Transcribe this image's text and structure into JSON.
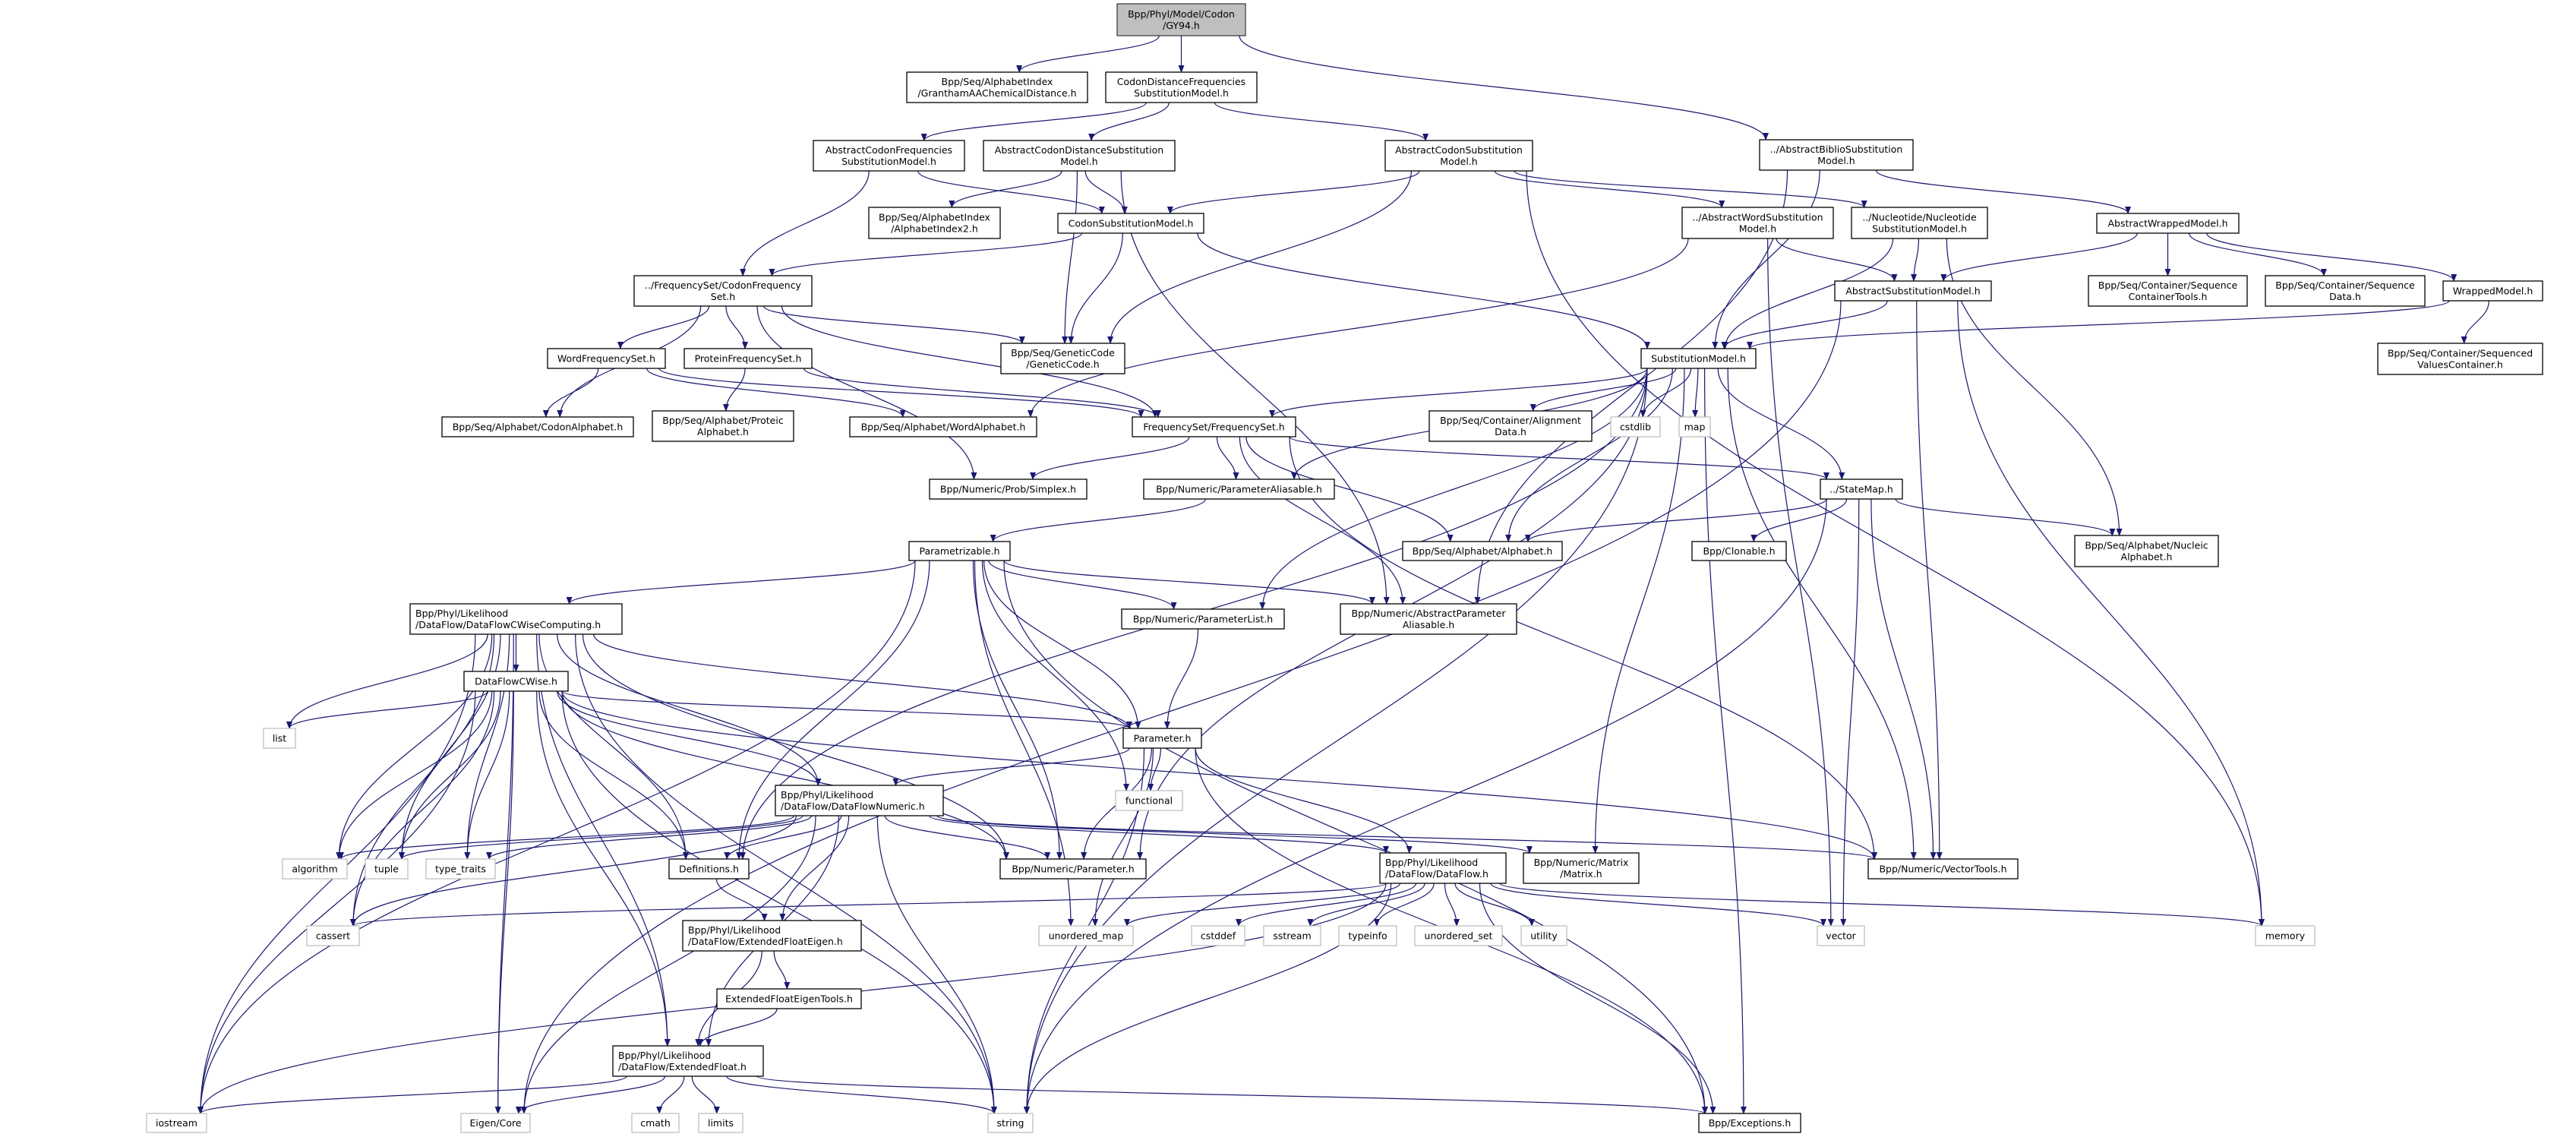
{
  "colors": {
    "edge": "#191970",
    "root_fill": "#bfbfbf",
    "root_border": "#404040",
    "file_border": "#000000",
    "system_border": "#bfbfbf",
    "node_fill": "#ffffff"
  },
  "graph": {
    "nodes": [
      {
        "id": "gy94",
        "label": "Bpp/Phyl/Model/Codon\n/GY94.h",
        "kind": "root"
      },
      {
        "id": "grantham",
        "label": "Bpp/Seq/AlphabetIndex\n/GranthamAAChemicalDistance.h",
        "kind": "file"
      },
      {
        "id": "cdfsm",
        "label": "CodonDistanceFrequencies\nSubstitutionModel.h",
        "kind": "file"
      },
      {
        "id": "acfsm",
        "label": "AbstractCodonFrequencies\nSubstitutionModel.h",
        "kind": "file"
      },
      {
        "id": "acdsm",
        "label": "AbstractCodonDistanceSubstitution\nModel.h",
        "kind": "file"
      },
      {
        "id": "acsm",
        "label": "AbstractCodonSubstitution\nModel.h",
        "kind": "file"
      },
      {
        "id": "absm",
        "label": "../AbstractBiblioSubstitution\nModel.h",
        "kind": "file"
      },
      {
        "id": "ai2",
        "label": "Bpp/Seq/AlphabetIndex\n/AlphabetIndex2.h",
        "kind": "file"
      },
      {
        "id": "csm",
        "label": "CodonSubstitutionModel.h",
        "kind": "file"
      },
      {
        "id": "awsm",
        "label": "../AbstractWordSubstitution\nModel.h",
        "kind": "file"
      },
      {
        "id": "nsm",
        "label": "../Nucleotide/Nucleotide\nSubstitutionModel.h",
        "kind": "file"
      },
      {
        "id": "awm",
        "label": "AbstractWrappedModel.h",
        "kind": "file"
      },
      {
        "id": "asm",
        "label": "AbstractSubstitutionModel.h",
        "kind": "file"
      },
      {
        "id": "sct",
        "label": "Bpp/Seq/Container/Sequence\nContainerTools.h",
        "kind": "file"
      },
      {
        "id": "sd",
        "label": "Bpp/Seq/Container/Sequence\nData.h",
        "kind": "file"
      },
      {
        "id": "wm",
        "label": "WrappedModel.h",
        "kind": "file"
      },
      {
        "id": "svc",
        "label": "Bpp/Seq/Container/Sequenced\nValuesContainer.h",
        "kind": "file"
      },
      {
        "id": "cfs",
        "label": "../FrequencySet/CodonFrequency\nSet.h",
        "kind": "file"
      },
      {
        "id": "gc",
        "label": "Bpp/Seq/GeneticCode\n/GeneticCode.h",
        "kind": "file"
      },
      {
        "id": "sm",
        "label": "SubstitutionModel.h",
        "kind": "file"
      },
      {
        "id": "wfs",
        "label": "WordFrequencySet.h",
        "kind": "file"
      },
      {
        "id": "pfs",
        "label": "ProteinFrequencySet.h",
        "kind": "file"
      },
      {
        "id": "ca",
        "label": "Bpp/Seq/Alphabet/CodonAlphabet.h",
        "kind": "file"
      },
      {
        "id": "pa",
        "label": "Bpp/Seq/Alphabet/Proteic\nAlphabet.h",
        "kind": "file"
      },
      {
        "id": "wa",
        "label": "Bpp/Seq/Alphabet/WordAlphabet.h",
        "kind": "file"
      },
      {
        "id": "fs",
        "label": "FrequencySet/FrequencySet.h",
        "kind": "file"
      },
      {
        "id": "ad",
        "label": "Bpp/Seq/Container/Alignment\nData.h",
        "kind": "file"
      },
      {
        "id": "cstdlib",
        "label": "cstdlib",
        "kind": "system"
      },
      {
        "id": "map",
        "label": "map",
        "kind": "system"
      },
      {
        "id": "simplex",
        "label": "Bpp/Numeric/Prob/Simplex.h",
        "kind": "file"
      },
      {
        "id": "pal",
        "label": "Bpp/Numeric/ParameterAliasable.h",
        "kind": "file"
      },
      {
        "id": "statemap",
        "label": "../StateMap.h",
        "kind": "file"
      },
      {
        "id": "param",
        "label": "Parametrizable.h",
        "kind": "file"
      },
      {
        "id": "alphabet",
        "label": "Bpp/Seq/Alphabet/Alphabet.h",
        "kind": "file"
      },
      {
        "id": "clonable",
        "label": "Bpp/Clonable.h",
        "kind": "file"
      },
      {
        "id": "na",
        "label": "Bpp/Seq/Alphabet/Nucleic\nAlphabet.h",
        "kind": "file"
      },
      {
        "id": "dfcwc",
        "label": "Bpp/Phyl/Likelihood\n/DataFlow/DataFlowCWiseComputing.h",
        "kind": "file",
        "align": "left"
      },
      {
        "id": "plist",
        "label": "Bpp/Numeric/ParameterList.h",
        "kind": "file"
      },
      {
        "id": "apa",
        "label": "Bpp/Numeric/AbstractParameter\nAliasable.h",
        "kind": "file"
      },
      {
        "id": "dfcw",
        "label": "DataFlowCWise.h",
        "kind": "file"
      },
      {
        "id": "list",
        "label": "list",
        "kind": "system"
      },
      {
        "id": "parameter",
        "label": "Parameter.h",
        "kind": "file"
      },
      {
        "id": "functional",
        "label": "functional",
        "kind": "system"
      },
      {
        "id": "dfn",
        "label": "Bpp/Phyl/Likelihood\n/DataFlow/DataFlowNumeric.h",
        "kind": "file",
        "align": "left"
      },
      {
        "id": "algorithm",
        "label": "algorithm",
        "kind": "system"
      },
      {
        "id": "tuple",
        "label": "tuple",
        "kind": "system"
      },
      {
        "id": "type_traits",
        "label": "type_traits",
        "kind": "system"
      },
      {
        "id": "definitions",
        "label": "Definitions.h",
        "kind": "file"
      },
      {
        "id": "nparameter",
        "label": "Bpp/Numeric/Parameter.h",
        "kind": "file"
      },
      {
        "id": "dataflow",
        "label": "Bpp/Phyl/Likelihood\n/DataFlow/DataFlow.h",
        "kind": "file",
        "align": "left"
      },
      {
        "id": "matrix",
        "label": "Bpp/Numeric/Matrix\n/Matrix.h",
        "kind": "file"
      },
      {
        "id": "vectortools",
        "label": "Bpp/Numeric/VectorTools.h",
        "kind": "file"
      },
      {
        "id": "cassert",
        "label": "cassert",
        "kind": "system"
      },
      {
        "id": "efe",
        "label": "Bpp/Phyl/Likelihood\n/DataFlow/ExtendedFloatEigen.h",
        "kind": "file",
        "align": "left"
      },
      {
        "id": "umap",
        "label": "unordered_map",
        "kind": "system"
      },
      {
        "id": "cstddef",
        "label": "cstddef",
        "kind": "system"
      },
      {
        "id": "sstream",
        "label": "sstream",
        "kind": "system"
      },
      {
        "id": "typeinfo",
        "label": "typeinfo",
        "kind": "system"
      },
      {
        "id": "uset",
        "label": "unordered_set",
        "kind": "system"
      },
      {
        "id": "utility",
        "label": "utility",
        "kind": "system"
      },
      {
        "id": "vector",
        "label": "vector",
        "kind": "system"
      },
      {
        "id": "memory",
        "label": "memory",
        "kind": "system"
      },
      {
        "id": "efet",
        "label": "ExtendedFloatEigenTools.h",
        "kind": "file"
      },
      {
        "id": "ef",
        "label": "Bpp/Phyl/Likelihood\n/DataFlow/ExtendedFloat.h",
        "kind": "file",
        "align": "left"
      },
      {
        "id": "iostream",
        "label": "iostream",
        "kind": "system"
      },
      {
        "id": "eigencore",
        "label": "Eigen/Core",
        "kind": "system"
      },
      {
        "id": "cmath",
        "label": "cmath",
        "kind": "system"
      },
      {
        "id": "limits",
        "label": "limits",
        "kind": "system"
      },
      {
        "id": "string",
        "label": "string",
        "kind": "system"
      },
      {
        "id": "exceptions",
        "label": "Bpp/Exceptions.h",
        "kind": "file"
      }
    ],
    "edges": [
      [
        "gy94",
        "grantham"
      ],
      [
        "gy94",
        "cdfsm"
      ],
      [
        "gy94",
        "absm"
      ],
      [
        "cdfsm",
        "acfsm"
      ],
      [
        "cdfsm",
        "acdsm"
      ],
      [
        "cdfsm",
        "acsm"
      ],
      [
        "acfsm",
        "cfs"
      ],
      [
        "acfsm",
        "csm"
      ],
      [
        "acdsm",
        "ai2"
      ],
      [
        "acdsm",
        "csm"
      ],
      [
        "acdsm",
        "gc"
      ],
      [
        "acdsm",
        "apa"
      ],
      [
        "acsm",
        "csm"
      ],
      [
        "acsm",
        "gc"
      ],
      [
        "acsm",
        "awsm"
      ],
      [
        "acsm",
        "nsm"
      ],
      [
        "acsm",
        "memory"
      ],
      [
        "absm",
        "sm"
      ],
      [
        "absm",
        "awm"
      ],
      [
        "absm",
        "apa"
      ],
      [
        "csm",
        "cfs"
      ],
      [
        "csm",
        "gc"
      ],
      [
        "csm",
        "sm"
      ],
      [
        "awsm",
        "asm"
      ],
      [
        "awsm",
        "wa"
      ],
      [
        "awsm",
        "vector"
      ],
      [
        "nsm",
        "asm"
      ],
      [
        "nsm",
        "sm"
      ],
      [
        "nsm",
        "na"
      ],
      [
        "awm",
        "asm"
      ],
      [
        "awm",
        "sct"
      ],
      [
        "awm",
        "sd"
      ],
      [
        "awm",
        "wm"
      ],
      [
        "wm",
        "sm"
      ],
      [
        "wm",
        "svc"
      ],
      [
        "asm",
        "sm"
      ],
      [
        "asm",
        "vectortools"
      ],
      [
        "asm",
        "memory"
      ],
      [
        "asm",
        "eigencore"
      ],
      [
        "cfs",
        "wfs"
      ],
      [
        "cfs",
        "pfs"
      ],
      [
        "cfs",
        "ca"
      ],
      [
        "cfs",
        "gc"
      ],
      [
        "cfs",
        "fs"
      ],
      [
        "cfs",
        "simplex"
      ],
      [
        "wfs",
        "ca"
      ],
      [
        "wfs",
        "wa"
      ],
      [
        "wfs",
        "fs"
      ],
      [
        "pfs",
        "pa"
      ],
      [
        "pfs",
        "fs"
      ],
      [
        "sm",
        "fs"
      ],
      [
        "sm",
        "ad"
      ],
      [
        "sm",
        "cstdlib"
      ],
      [
        "sm",
        "map"
      ],
      [
        "sm",
        "statemap"
      ],
      [
        "sm",
        "pal"
      ],
      [
        "sm",
        "alphabet"
      ],
      [
        "sm",
        "vectortools"
      ],
      [
        "sm",
        "exceptions"
      ],
      [
        "sm",
        "string"
      ],
      [
        "sm",
        "matrix"
      ],
      [
        "sm",
        "plist"
      ],
      [
        "sm",
        "nparameter"
      ],
      [
        "sm",
        "definitions"
      ],
      [
        "fs",
        "simplex"
      ],
      [
        "fs",
        "pal"
      ],
      [
        "fs",
        "alphabet"
      ],
      [
        "fs",
        "apa"
      ],
      [
        "fs",
        "statemap"
      ],
      [
        "fs",
        "vectortools"
      ],
      [
        "pal",
        "param"
      ],
      [
        "statemap",
        "alphabet"
      ],
      [
        "statemap",
        "clonable"
      ],
      [
        "statemap",
        "na"
      ],
      [
        "statemap",
        "vector"
      ],
      [
        "statemap",
        "vectortools"
      ],
      [
        "statemap",
        "string"
      ],
      [
        "param",
        "dfcwc"
      ],
      [
        "param",
        "plist"
      ],
      [
        "param",
        "apa"
      ],
      [
        "param",
        "parameter"
      ],
      [
        "param",
        "functional"
      ],
      [
        "param",
        "exceptions"
      ],
      [
        "param",
        "iostream"
      ],
      [
        "param",
        "definitions"
      ],
      [
        "param",
        "umap"
      ],
      [
        "param",
        "nparameter"
      ],
      [
        "plist",
        "parameter"
      ],
      [
        "dfcwc",
        "dfcw"
      ],
      [
        "dfcwc",
        "list"
      ],
      [
        "dfcwc",
        "algorithm"
      ],
      [
        "dfcwc",
        "tuple"
      ],
      [
        "dfcwc",
        "type_traits"
      ],
      [
        "dfcwc",
        "definitions"
      ],
      [
        "dfcwc",
        "dfn"
      ],
      [
        "dfcwc",
        "parameter"
      ],
      [
        "dfcwc",
        "nparameter"
      ],
      [
        "dfcwc",
        "cassert"
      ],
      [
        "dfcwc",
        "iostream"
      ],
      [
        "dfcwc",
        "eigencore"
      ],
      [
        "dfcwc",
        "ef"
      ],
      [
        "dfcwc",
        "string"
      ],
      [
        "dfcw",
        "list"
      ],
      [
        "dfcw",
        "algorithm"
      ],
      [
        "dfcw",
        "tuple"
      ],
      [
        "dfcw",
        "type_traits"
      ],
      [
        "dfcw",
        "definitions"
      ],
      [
        "dfcw",
        "dfn"
      ],
      [
        "dfcw",
        "parameter"
      ],
      [
        "dfcw",
        "nparameter"
      ],
      [
        "dfcw",
        "cassert"
      ],
      [
        "dfcw",
        "iostream"
      ],
      [
        "dfcw",
        "eigencore"
      ],
      [
        "dfcw",
        "ef"
      ],
      [
        "dfcw",
        "string"
      ],
      [
        "dfcw",
        "vectortools"
      ],
      [
        "parameter",
        "dfn"
      ],
      [
        "parameter",
        "functional"
      ],
      [
        "parameter",
        "nparameter"
      ],
      [
        "parameter",
        "dataflow"
      ],
      [
        "parameter",
        "exceptions"
      ],
      [
        "parameter",
        "umap"
      ],
      [
        "parameter",
        "string"
      ],
      [
        "dfn",
        "algorithm"
      ],
      [
        "dfn",
        "tuple"
      ],
      [
        "dfn",
        "type_traits"
      ],
      [
        "dfn",
        "definitions"
      ],
      [
        "dfn",
        "nparameter"
      ],
      [
        "dfn",
        "dataflow"
      ],
      [
        "dfn",
        "matrix"
      ],
      [
        "dfn",
        "vectortools"
      ],
      [
        "dfn",
        "cassert"
      ],
      [
        "dfn",
        "efe"
      ],
      [
        "dfn",
        "ef"
      ],
      [
        "dfn",
        "eigencore"
      ],
      [
        "dfn",
        "string"
      ],
      [
        "definitions",
        "efe"
      ],
      [
        "dataflow",
        "cassert"
      ],
      [
        "dataflow",
        "umap"
      ],
      [
        "dataflow",
        "cstddef"
      ],
      [
        "dataflow",
        "sstream"
      ],
      [
        "dataflow",
        "typeinfo"
      ],
      [
        "dataflow",
        "uset"
      ],
      [
        "dataflow",
        "utility"
      ],
      [
        "dataflow",
        "vector"
      ],
      [
        "dataflow",
        "memory"
      ],
      [
        "dataflow",
        "string"
      ],
      [
        "dataflow",
        "exceptions"
      ],
      [
        "dataflow",
        "iostream"
      ],
      [
        "efe",
        "efet"
      ],
      [
        "efe",
        "ef"
      ],
      [
        "efet",
        "ef"
      ],
      [
        "ef",
        "iostream"
      ],
      [
        "ef",
        "eigencore"
      ],
      [
        "ef",
        "cmath"
      ],
      [
        "ef",
        "limits"
      ],
      [
        "ef",
        "string"
      ],
      [
        "ef",
        "exceptions"
      ]
    ]
  }
}
